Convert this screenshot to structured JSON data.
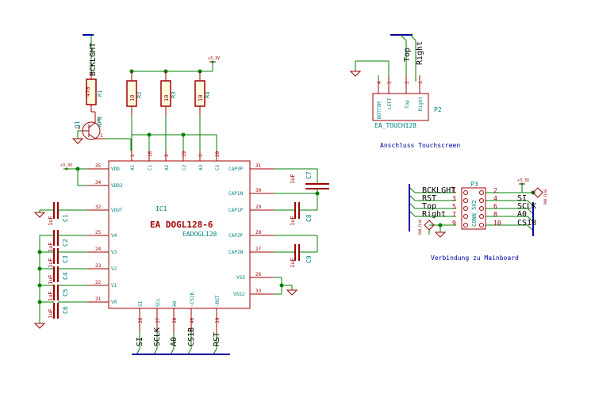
{
  "ic": {
    "ref": "IC1",
    "value": "EA DOGL128-6",
    "footprint": "EADOGL128",
    "pins_top": [
      {
        "name": "A1",
        "num": "1"
      },
      {
        "name": "C1",
        "num": "18"
      },
      {
        "name": "A2",
        "num": "2"
      },
      {
        "name": "C2",
        "num": "19"
      },
      {
        "name": "A3",
        "num": "3"
      },
      {
        "name": "C3",
        "num": "20"
      }
    ],
    "pins_left": [
      {
        "name": "VDD",
        "num": "35"
      },
      {
        "name": "VDD2",
        "num": "34"
      },
      {
        "name": "VOUT",
        "num": "32"
      },
      {
        "name": "V4",
        "num": "25"
      },
      {
        "name": "V3",
        "num": "24"
      },
      {
        "name": "V2",
        "num": "23"
      },
      {
        "name": "V1",
        "num": "22"
      },
      {
        "name": "V0",
        "num": "21"
      }
    ],
    "pins_right": [
      {
        "name": "CAP3P",
        "num": "31"
      },
      {
        "name": "CAP1N",
        "num": "30"
      },
      {
        "name": "CAP1P",
        "num": "29"
      },
      {
        "name": "CAP2P",
        "num": "28"
      },
      {
        "name": "CAP2N",
        "num": "27"
      },
      {
        "name": "VSS",
        "num": "26"
      },
      {
        "name": "VSS2",
        "num": "33"
      }
    ],
    "pins_bottom": [
      {
        "name": "SI",
        "num": "36"
      },
      {
        "name": "SCL",
        "num": "37"
      },
      {
        "name": "A0",
        "num": "38"
      },
      {
        "name": "~CS1B",
        "num": "40"
      },
      {
        "name": "~RST",
        "num": "39"
      }
    ]
  },
  "resistors": [
    {
      "ref": "R1",
      "value": "470"
    },
    {
      "ref": "R2",
      "value": "10"
    },
    {
      "ref": "R3",
      "value": "10"
    },
    {
      "ref": "R4",
      "value": "10"
    }
  ],
  "transistor": {
    "ref": "Q1",
    "value": "NPN",
    "pins": [
      "2",
      "3",
      "1"
    ]
  },
  "capacitors": [
    {
      "ref": "C1",
      "value": "1uF"
    },
    {
      "ref": "C2",
      "value": "1uF"
    },
    {
      "ref": "C3",
      "value": "1uF"
    },
    {
      "ref": "C4",
      "value": "1uF"
    },
    {
      "ref": "C5",
      "value": "1uF"
    },
    {
      "ref": "C6",
      "value": "1uF"
    },
    {
      "ref": "C7",
      "value": "1uF"
    },
    {
      "ref": "C8",
      "value": "1uF"
    },
    {
      "ref": "C9",
      "value": "1uF"
    }
  ],
  "power": {
    "v33": "+3.3V"
  },
  "nets": {
    "bcklght": "BCKLGHT",
    "top": "Top",
    "right": "Right",
    "si": "SI",
    "sclk": "SCLK",
    "a0": "A0",
    "cs1b": "CS1B",
    "rst": "RST"
  },
  "touch": {
    "ref": "P2",
    "value": "EA_TOUCH128",
    "pins": [
      {
        "name": "BOTTOM",
        "num": "4"
      },
      {
        "name": "LEFT",
        "num": "3"
      },
      {
        "name": "Top",
        "num": "2"
      },
      {
        "name": "Right",
        "num": "1"
      }
    ],
    "caption": "Anschluss Touchscreen"
  },
  "conn": {
    "ref": "P3",
    "value": "CONN_5X2",
    "left_nums": [
      "1",
      "3",
      "5",
      "7",
      "9"
    ],
    "right_nums": [
      "2",
      "4",
      "6",
      "8",
      "10"
    ],
    "left_labels": [
      "BCKLGHT",
      "RST",
      "Top",
      "Right"
    ],
    "right_labels": [
      "SI",
      "SCLK",
      "A0",
      "CS1B"
    ],
    "pwr_flag": "PWR_FLAG",
    "caption": "Verbindung zu Mainboard"
  }
}
